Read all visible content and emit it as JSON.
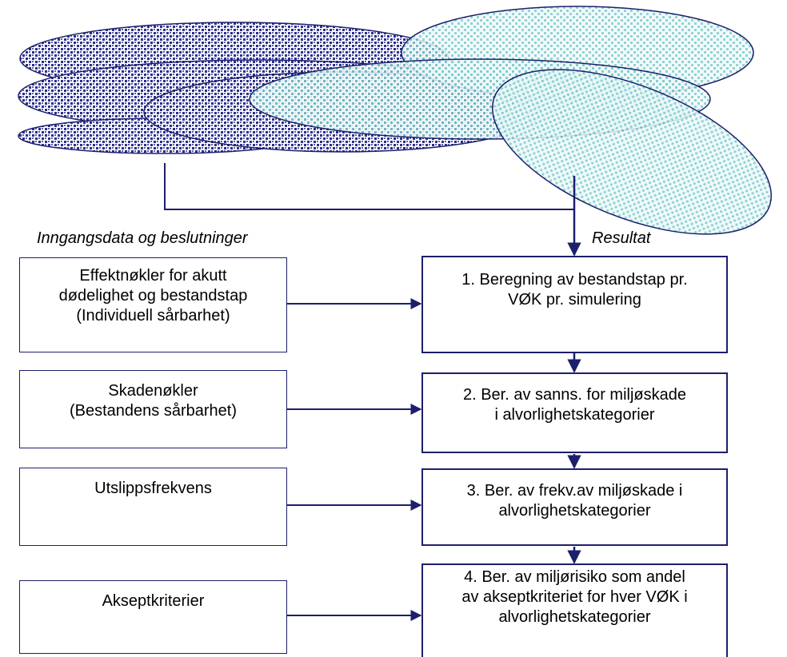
{
  "headers": {
    "inputs": "Inngangsdata og beslutninger",
    "results": "Resultat"
  },
  "inputs": [
    {
      "lines": [
        "Effektnøkler for akutt",
        "dødelighet og bestandstap",
        "(Individuell sårbarhet)"
      ]
    },
    {
      "lines": [
        "Skadenøkler",
        "(Bestandens sårbarhet)"
      ]
    },
    {
      "lines": [
        "Utslippsfrekvens"
      ]
    },
    {
      "lines": [
        "Akseptkriterier"
      ]
    }
  ],
  "results": [
    {
      "lines": [
        "1. Beregning av bestandstap pr.",
        "VØK pr. simulering"
      ]
    },
    {
      "lines": [
        "2. Ber. av sanns. for miljøskade",
        "i alvorlighetskategorier"
      ]
    },
    {
      "lines": [
        "3. Ber. av frekv.av miljøskade i",
        "alvorlighetskategorier"
      ]
    },
    {
      "lines": [
        "4. Ber. av miljørisiko som andel",
        "av akseptkriteriet for hver VØK i",
        "alvorlighetskategorier"
      ]
    }
  ],
  "colors": {
    "navy": "#1c1f6b",
    "ellipse_dark": "#2b2e8a",
    "ellipse_teal": "#6cc3c8"
  }
}
